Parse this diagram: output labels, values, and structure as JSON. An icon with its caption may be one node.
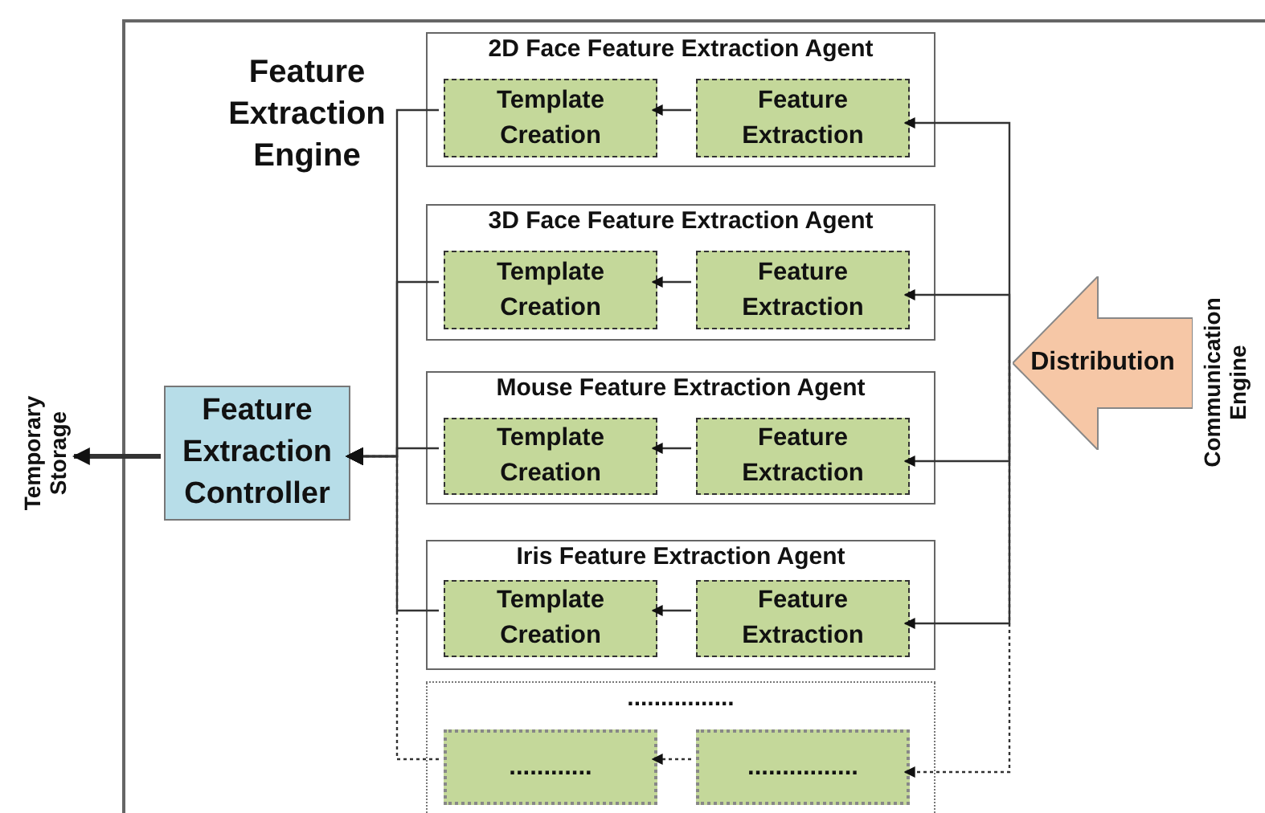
{
  "diagram": {
    "nodes": [
      {
        "text": [
          "Feature Extraction Engine"
        ]
      },
      {
        "text": [
          "2D Face Feature Extraction Agent"
        ],
        "in": 0
      },
      {
        "text": [
          "Template Creation"
        ],
        "in": 1
      },
      {
        "text": [
          "Feature Extraction"
        ],
        "in": 1
      },
      {
        "text": [
          "3D Face Feature Extraction Agent"
        ],
        "in": 0
      },
      {
        "text": [
          "Template Creation"
        ],
        "in": 4
      },
      {
        "text": [
          "Feature Extraction"
        ],
        "in": 4
      },
      {
        "text": [
          "Mouse Feature Extraction Agent"
        ],
        "in": 0
      },
      {
        "text": [
          "Template Creation"
        ],
        "in": 7
      },
      {
        "text": [
          "Feature Extraction"
        ],
        "in": 7
      },
      {
        "text": [
          "Iris Feature Extraction Agent"
        ],
        "in": 0
      },
      {
        "text": [
          "Template Creation"
        ],
        "in": 10
      },
      {
        "text": [
          "Feature Extraction"
        ],
        "in": 10
      },
      {
        "text": [
          "................"
        ],
        "in": 0
      },
      {
        "text": [
          "............"
        ],
        "in": 13
      },
      {
        "text": [
          "................"
        ],
        "in": 13
      },
      {
        "text": [
          "Feature Extraction Controller"
        ],
        "in": 0
      },
      {
        "text": [
          "Temporary Storage"
        ]
      },
      {
        "text": [
          "Distribution"
        ],
        "in": 0
      }
    ],
    "edges": [
      {
        "from": 18,
        "to": 3,
        "arrow": "to"
      },
      {
        "from": 3,
        "to": 2,
        "arrow": "to"
      },
      {
        "from": 18,
        "to": 6,
        "arrow": "to"
      },
      {
        "from": 6,
        "to": 5,
        "arrow": "to"
      },
      {
        "from": 18,
        "to": 9,
        "arrow": "to"
      },
      {
        "from": 9,
        "to": 8,
        "arrow": "to"
      },
      {
        "from": 18,
        "to": 12,
        "arrow": "to"
      },
      {
        "from": 12,
        "to": 11,
        "arrow": "to"
      },
      {
        "from": 18,
        "to": 15,
        "arrow": "to",
        "style": "dashed"
      },
      {
        "from": 15,
        "to": 14,
        "arrow": "to",
        "style": "dashed"
      },
      {
        "from": 2,
        "to": 16,
        "arrow": "to"
      },
      {
        "from": 5,
        "to": 16,
        "arrow": "to"
      },
      {
        "from": 8,
        "to": 16,
        "arrow": "to"
      },
      {
        "from": 11,
        "to": 16,
        "arrow": "to"
      },
      {
        "from": 14,
        "to": 16,
        "arrow": "to",
        "style": "dashed"
      },
      {
        "from": 16,
        "to": 17,
        "arrow": "to",
        "style": "thick"
      }
    ],
    "labels": [
      "Communication Engine"
    ]
  }
}
